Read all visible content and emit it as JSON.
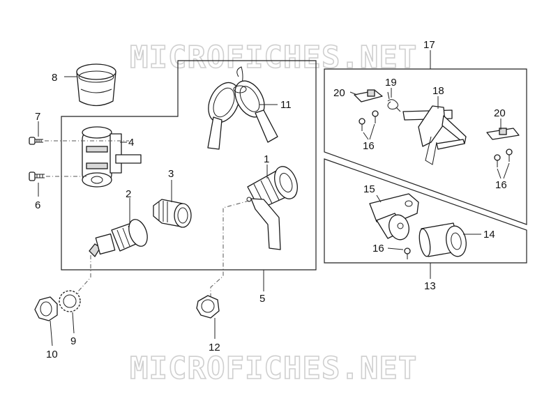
{
  "watermark": "MICROFICHES.NET",
  "callouts": {
    "c1": "1",
    "c2": "2",
    "c3": "3",
    "c4": "4",
    "c5": "5",
    "c6": "6",
    "c7": "7",
    "c8": "8",
    "c9": "9",
    "c10": "10",
    "c11": "11",
    "c12": "12",
    "c13": "13",
    "c14": "14",
    "c15": "15",
    "c16a": "16",
    "c16b": "16",
    "c16c": "16",
    "c17": "17",
    "c18": "18",
    "c19": "19",
    "c20a": "20",
    "c20b": "20"
  },
  "colors": {
    "line": "#1a1a1a",
    "watermark": "#cfcfcf",
    "background": "#ffffff"
  }
}
